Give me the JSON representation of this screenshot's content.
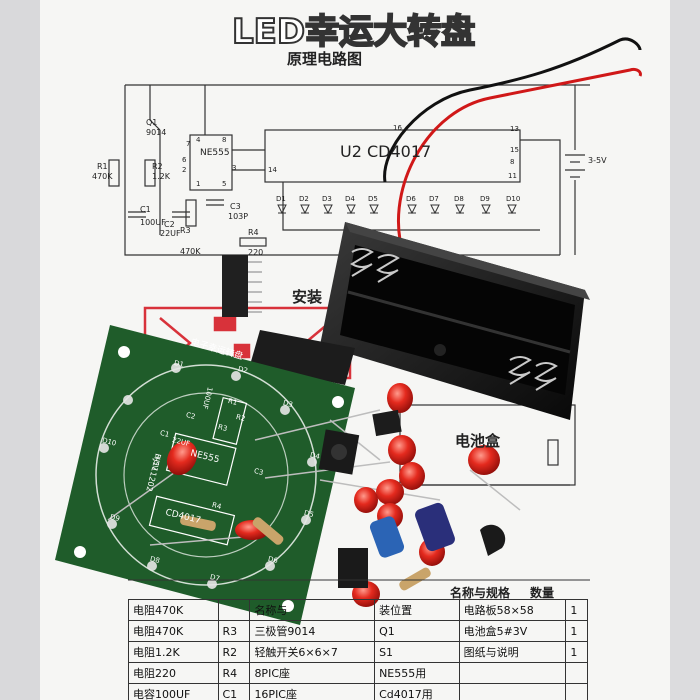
{
  "sheet": {
    "title": "LED幸运大转盘",
    "schematic_title": "原理电路图",
    "install_label": "安装",
    "battery_box_label": "电池盒"
  },
  "schematic": {
    "ic1": "NE555",
    "ic2": "U2  CD4017",
    "q1": "Q1",
    "q1_part": "9014",
    "r1": "R1",
    "r1_val": "470K",
    "r2": "R2",
    "r2_val": "1.2K",
    "c1": "C1",
    "c1_val": "100UF",
    "c2": "C2",
    "c2_val": "22UF",
    "r3": "R3",
    "r3_val": "470K",
    "c3": "C3",
    "c3_val": "103P",
    "r4": "R4",
    "r4_val": "220",
    "supply": "3-5V",
    "pins": [
      "16",
      "13",
      "15",
      "8",
      "14",
      "4",
      "8",
      "7",
      "6",
      "2",
      "1",
      "3",
      "5",
      "11"
    ],
    "leds": [
      "D1",
      "D2",
      "D3",
      "D4",
      "D5",
      "D6",
      "D7",
      "D8",
      "D9",
      "D10"
    ]
  },
  "pcb": {
    "brand": "电子幸运转盘",
    "chip_label": "NE555",
    "chip2_label": "CD4017",
    "code": "HJ111202",
    "labels": [
      "D1",
      "D2",
      "D3",
      "D4",
      "D5",
      "D6",
      "D7",
      "D8",
      "D9",
      "D10",
      "R1",
      "R2",
      "R3",
      "R4",
      "C1",
      "C2",
      "C3",
      "100UF",
      "22UF",
      "3-5V"
    ]
  },
  "parts_table": {
    "header": [
      "名称与规格",
      "数量"
    ],
    "rows": [
      [
        "电阻470K",
        "",
        "名称与",
        "装位置",
        "电路板58×58",
        "1"
      ],
      [
        "电阻470K",
        "R3",
        "三极管9014",
        "Q1",
        "电池盒5#3V",
        "1"
      ],
      [
        "电阻1.2K",
        "R2",
        "轻触开关6×6×7",
        "S1",
        "图纸与说明",
        "1"
      ],
      [
        "电阻220",
        "R4",
        "8PIC座",
        "NE555用",
        "",
        ""
      ],
      [
        "电容100UF",
        "C1",
        "16PIC座",
        "Cd4017用",
        "",
        ""
      ]
    ]
  },
  "colors": {
    "paper": "#f4f4f2",
    "pcb_green": "#1f5c2a",
    "led_red": "#e0201a",
    "wire_red": "#d01818",
    "wire_black": "#111111",
    "pcb_red_print": "#d8323a"
  }
}
